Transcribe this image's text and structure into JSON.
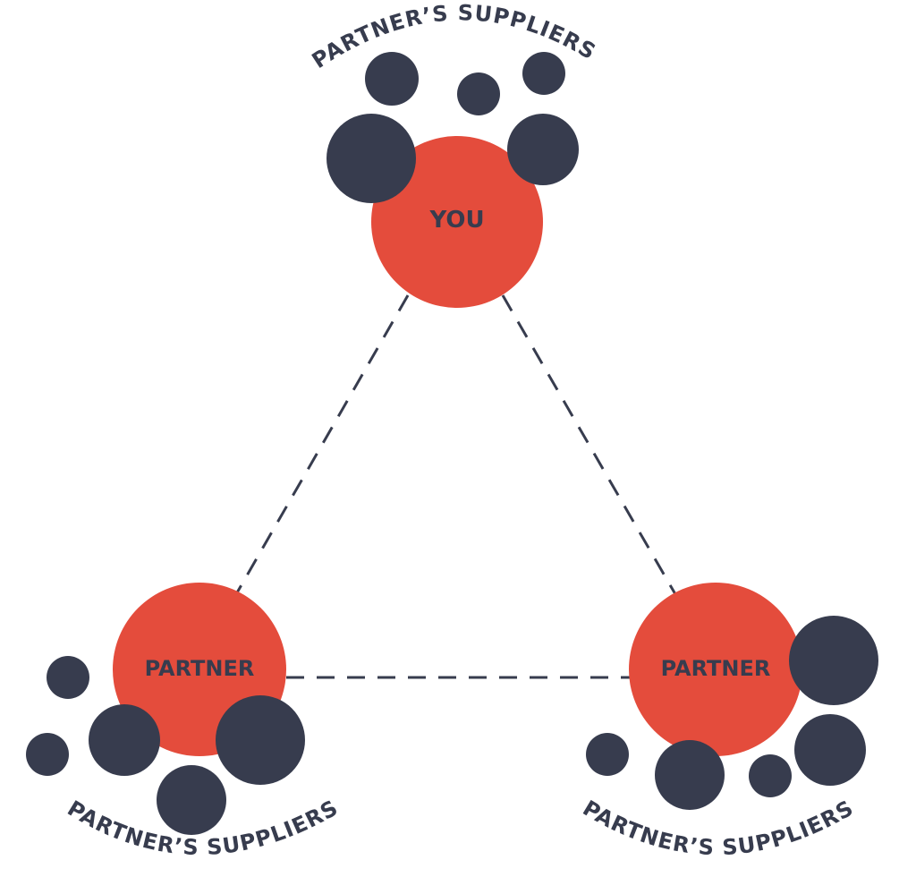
{
  "colors": {
    "node": "#E44C3C",
    "supplier": "#373C4E",
    "link": "#373C4E",
    "text": "#373C4E",
    "background": "#FFFFFF"
  },
  "nodes": {
    "you": {
      "label": "YOU"
    },
    "partner_left": {
      "label": "PARTNER"
    },
    "partner_right": {
      "label": "PARTNER"
    }
  },
  "supplier_labels": {
    "top": "PARTNER’S SUPPLIERS",
    "bottom_left": "PARTNER’S SUPPLIERS",
    "bottom_right": "PARTNER’S SUPPLIERS"
  }
}
